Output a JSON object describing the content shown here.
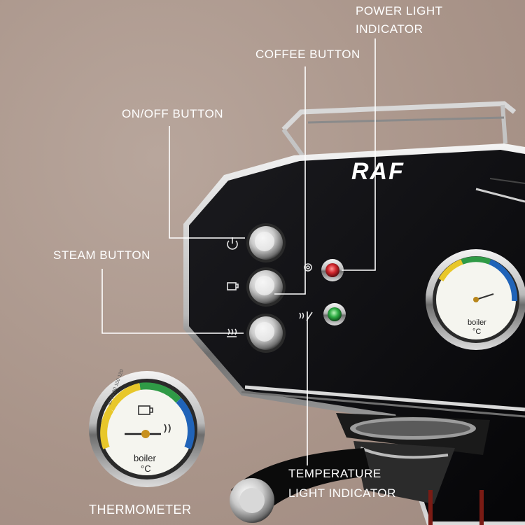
{
  "brand": "RAF",
  "callouts": {
    "power_light_line1": "POWER LIGHT",
    "power_light_line2": "INDICATOR",
    "coffee_button": "COFFEE BUTTON",
    "onoff_button": "ON/OFF BUTTON",
    "steam_button": "STEAM BUTTON",
    "temperature_line1": "TEMPERATURE",
    "temperature_line2": "LIGHT INDICATOR",
    "thermometer": "THERMOMETER"
  },
  "gauge": {
    "line1": "boiler",
    "line2": "°C",
    "scale_small": "40 60 80 100 120"
  },
  "colors": {
    "background": "#ad9a90",
    "machine_body": "#0e0e10",
    "power_light": "#d1262c",
    "temperature_light": "#2fae45",
    "gauge_yellow": "#e8c72a",
    "gauge_green": "#2f9a46",
    "gauge_blue": "#2063b8"
  }
}
